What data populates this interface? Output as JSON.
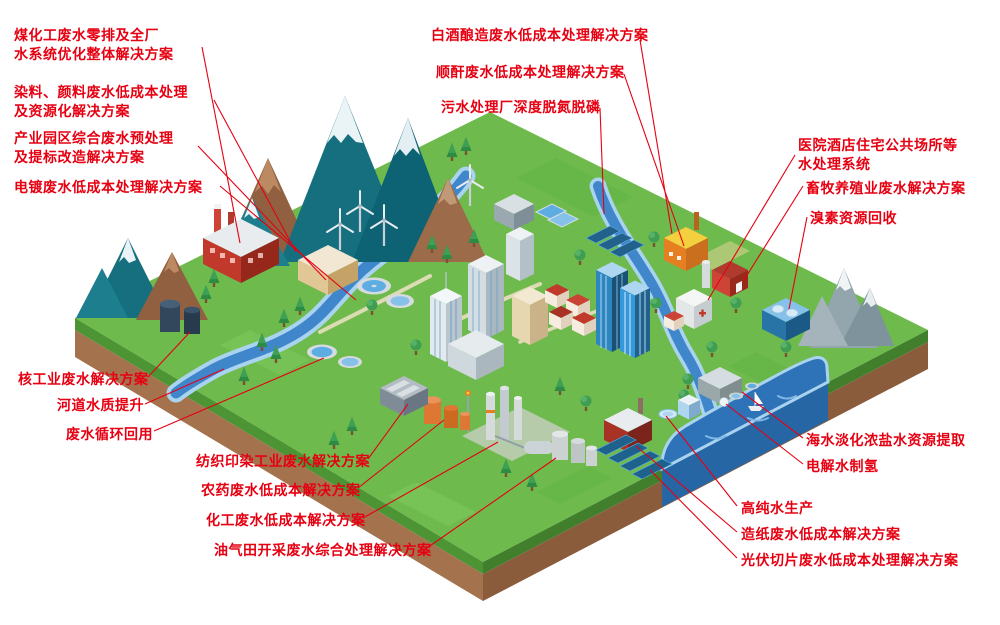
{
  "colors": {
    "label_red": "#e60012",
    "grass": "#6eba4d",
    "river": "#3f86cb",
    "bay": "#2e72b8",
    "soil": "#a4734e"
  },
  "callouts": {
    "coal_chemical": {
      "lines": [
        "煤化工废水零排及全厂",
        "水系统优化整体解决方案"
      ]
    },
    "dye_pigment": {
      "lines": [
        "染料、颜料废水低成本处理",
        "及资源化解决方案"
      ]
    },
    "industrial_park": {
      "lines": [
        "产业园区综合废水预处理",
        "及提标改造解决方案"
      ]
    },
    "electroplating": {
      "lines": [
        "电镀废水低成本处理解决方案"
      ]
    },
    "nuclear": {
      "lines": [
        "核工业废水解决方案"
      ]
    },
    "river_quality": {
      "lines": [
        "河道水质提升"
      ]
    },
    "water_recycle": {
      "lines": [
        "废水循环回用"
      ]
    },
    "textile": {
      "lines": [
        "纺织印染工业废水解决方案"
      ]
    },
    "pesticide": {
      "lines": [
        "农药废水低成本解决方案"
      ]
    },
    "chemical": {
      "lines": [
        "化工废水低成本解决方案"
      ]
    },
    "oil_gas": {
      "lines": [
        "油气田开采废水综合处理解决方案"
      ]
    },
    "baijiu": {
      "lines": [
        "白酒酿造废水低成本处理解决方案"
      ]
    },
    "maleic": {
      "lines": [
        "顺酐废水低成本处理解决方案"
      ]
    },
    "sewage_plant": {
      "lines": [
        "污水处理厂深度脱氮脱磷"
      ]
    },
    "hospital_hotel": {
      "lines": [
        "医院酒店住宅公共场所等",
        "水处理系统"
      ]
    },
    "livestock": {
      "lines": [
        "畜牧养殖业废水解决方案"
      ]
    },
    "bromine": {
      "lines": [
        "溴素资源回收"
      ]
    },
    "desalination": {
      "lines": [
        "海水淡化浓盐水资源提取"
      ]
    },
    "hydrogen": {
      "lines": [
        "电解水制氢"
      ]
    },
    "pure_water": {
      "lines": [
        "高纯水生产"
      ]
    },
    "paper": {
      "lines": [
        "造纸废水低成本解决方案"
      ]
    },
    "pv_slicing": {
      "lines": [
        "光伏切片废水低成本处理解决方案"
      ]
    }
  }
}
